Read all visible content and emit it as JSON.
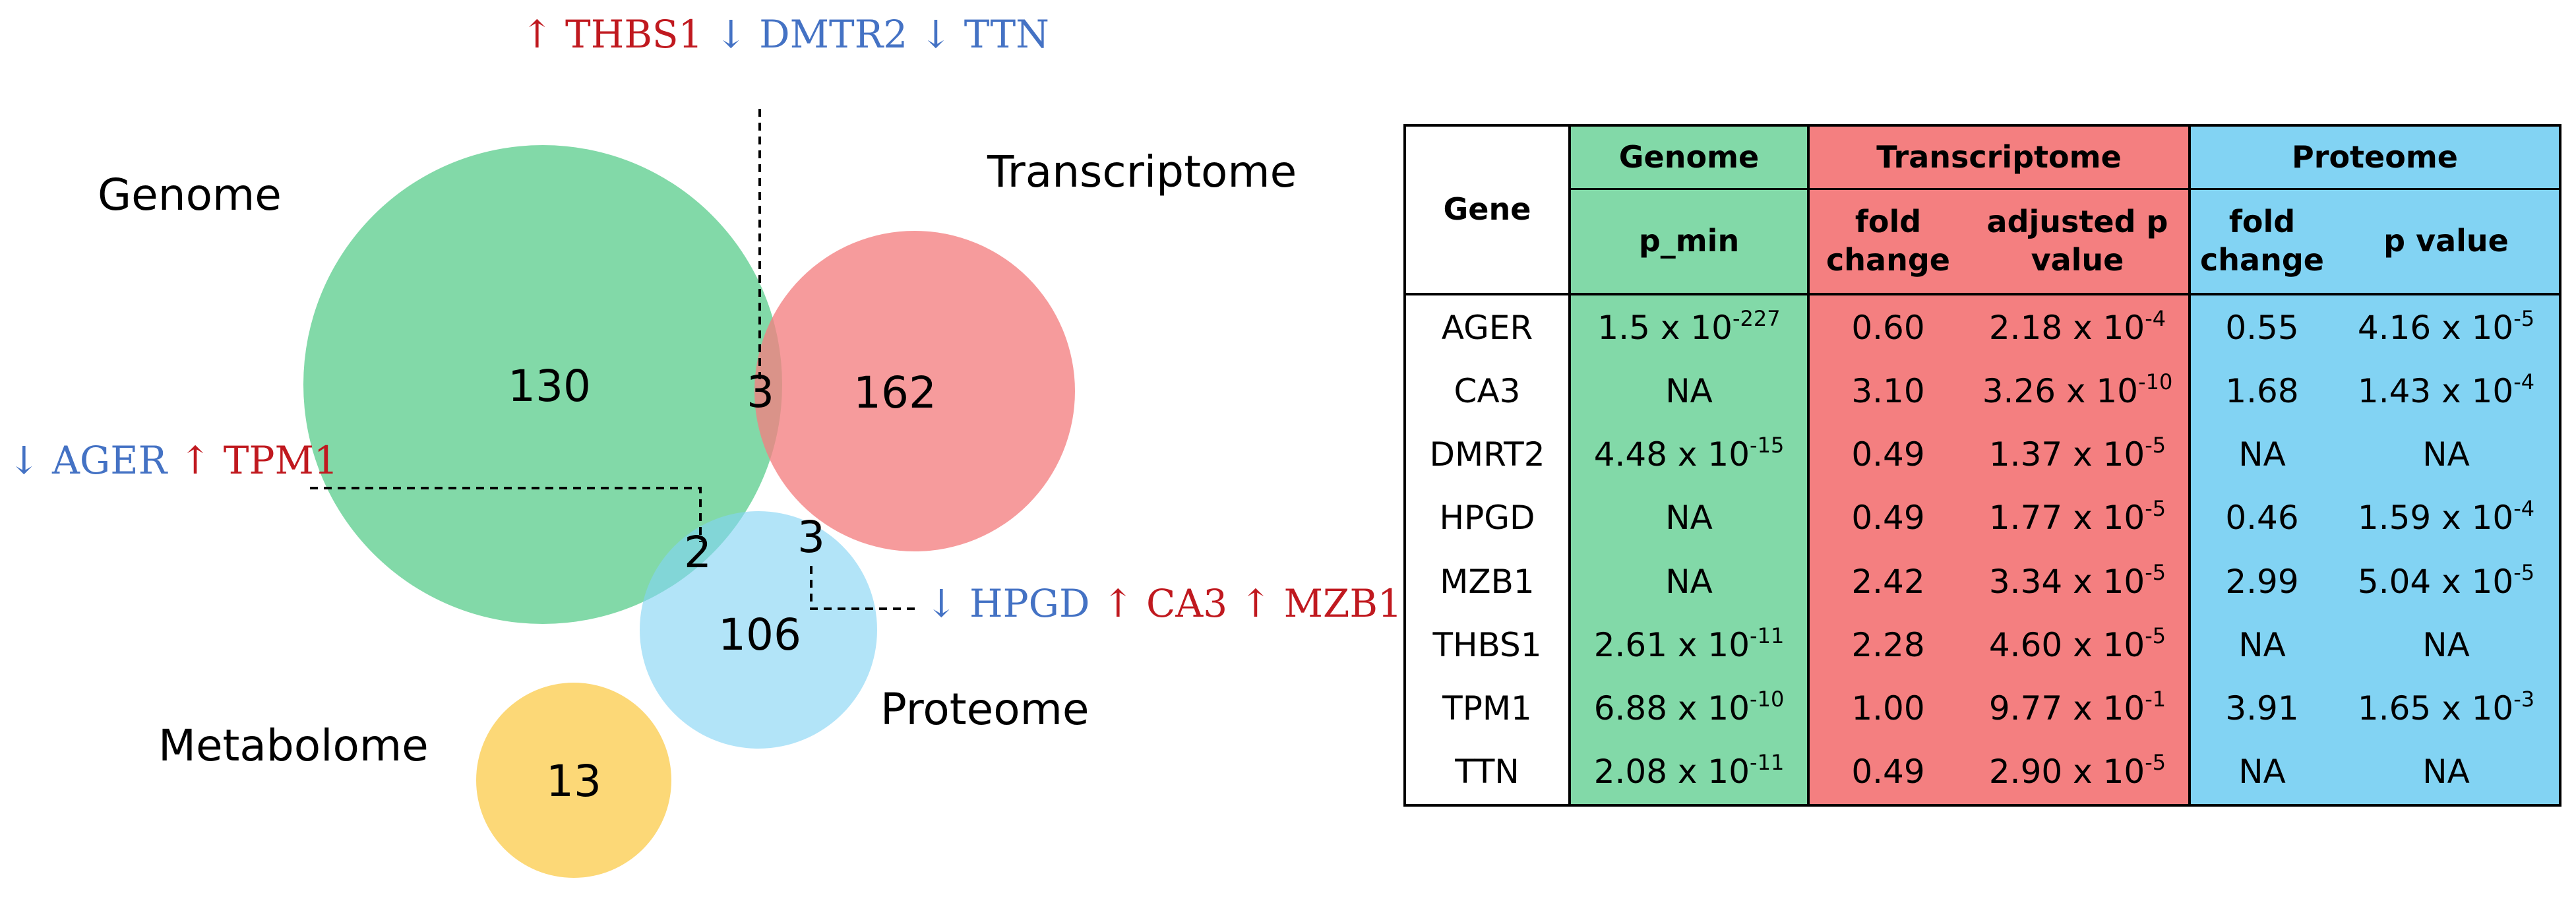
{
  "venn": {
    "sets": [
      {
        "name": "Genome",
        "count": "130",
        "color": "#82d9a8"
      },
      {
        "name": "Transcriptome",
        "count": "162",
        "color": "#f47f80"
      },
      {
        "name": "Proteome",
        "count": "106",
        "color": "#82d3f3"
      },
      {
        "name": "Metabolome",
        "count": "13",
        "color": "#fcd877"
      }
    ],
    "intersections": {
      "genome_transcriptome": "3",
      "genome_proteome": "2",
      "transcriptome_proteome": "3"
    },
    "annotations": {
      "genome_transcriptome": [
        {
          "arrow": "↑",
          "gene": "THBS1",
          "direction": "up"
        },
        {
          "arrow": "↓",
          "gene": "DMTR2",
          "direction": "down"
        },
        {
          "arrow": "↓",
          "gene": "TTN",
          "direction": "down"
        }
      ],
      "genome_proteome": [
        {
          "arrow": "↓",
          "gene": "AGER",
          "direction": "down"
        },
        {
          "arrow": "↑",
          "gene": "TPM1",
          "direction": "up"
        }
      ],
      "transcriptome_proteome": [
        {
          "arrow": "↓",
          "gene": "HPGD",
          "direction": "down"
        },
        {
          "arrow": "↑",
          "gene": "CA3",
          "direction": "up"
        },
        {
          "arrow": "↑",
          "gene": "MZB1",
          "direction": "up"
        }
      ]
    },
    "colors": {
      "up": "#c0191f",
      "down": "#4472c4"
    }
  },
  "table": {
    "group_headers": {
      "genome": "Genome",
      "transcriptome": "Transcriptome",
      "proteome": "Proteome"
    },
    "gene_header": "Gene",
    "column_headers": {
      "p_min": "p_min",
      "t_fold": "fold change",
      "t_adj": "adjusted p value",
      "p_fold": "fold change",
      "p_val": "p value"
    },
    "rows": [
      {
        "gene": "AGER",
        "p_min": {
          "base": "1.5 x 10",
          "exp": "-227"
        },
        "t_fold": "0.60",
        "t_adj": {
          "base": "2.18 x 10",
          "exp": "-4"
        },
        "p_fold": "0.55",
        "p_val": {
          "base": "4.16 x 10",
          "exp": "-5"
        }
      },
      {
        "gene": "CA3",
        "p_min": {
          "base": "NA",
          "exp": ""
        },
        "t_fold": "3.10",
        "t_adj": {
          "base": "3.26 x 10",
          "exp": "-10"
        },
        "p_fold": "1.68",
        "p_val": {
          "base": "1.43 x 10",
          "exp": "-4"
        }
      },
      {
        "gene": "DMRT2",
        "p_min": {
          "base": "4.48 x 10",
          "exp": "-15"
        },
        "t_fold": "0.49",
        "t_adj": {
          "base": "1.37 x 10",
          "exp": "-5"
        },
        "p_fold": "NA",
        "p_val": {
          "base": "NA",
          "exp": ""
        }
      },
      {
        "gene": "HPGD",
        "p_min": {
          "base": "NA",
          "exp": ""
        },
        "t_fold": "0.49",
        "t_adj": {
          "base": "1.77 x 10",
          "exp": "-5"
        },
        "p_fold": "0.46",
        "p_val": {
          "base": "1.59 x 10",
          "exp": "-4"
        }
      },
      {
        "gene": "MZB1",
        "p_min": {
          "base": "NA",
          "exp": ""
        },
        "t_fold": "2.42",
        "t_adj": {
          "base": "3.34 x 10",
          "exp": "-5"
        },
        "p_fold": "2.99",
        "p_val": {
          "base": "5.04 x 10",
          "exp": "-5"
        }
      },
      {
        "gene": "THBS1",
        "p_min": {
          "base": "2.61 x 10",
          "exp": "-11"
        },
        "t_fold": "2.28",
        "t_adj": {
          "base": "4.60 x 10",
          "exp": "-5"
        },
        "p_fold": "NA",
        "p_val": {
          "base": "NA",
          "exp": ""
        }
      },
      {
        "gene": "TPM1",
        "p_min": {
          "base": "6.88 x 10",
          "exp": "-10"
        },
        "t_fold": "1.00",
        "t_adj": {
          "base": "9.77 x 10",
          "exp": "-1"
        },
        "p_fold": "3.91",
        "p_val": {
          "base": "1.65 x 10",
          "exp": "-3"
        }
      },
      {
        "gene": "TTN",
        "p_min": {
          "base": "2.08 x 10",
          "exp": "-11"
        },
        "t_fold": "0.49",
        "t_adj": {
          "base": "2.90 x 10",
          "exp": "-5"
        },
        "p_fold": "NA",
        "p_val": {
          "base": "NA",
          "exp": ""
        }
      }
    ]
  }
}
